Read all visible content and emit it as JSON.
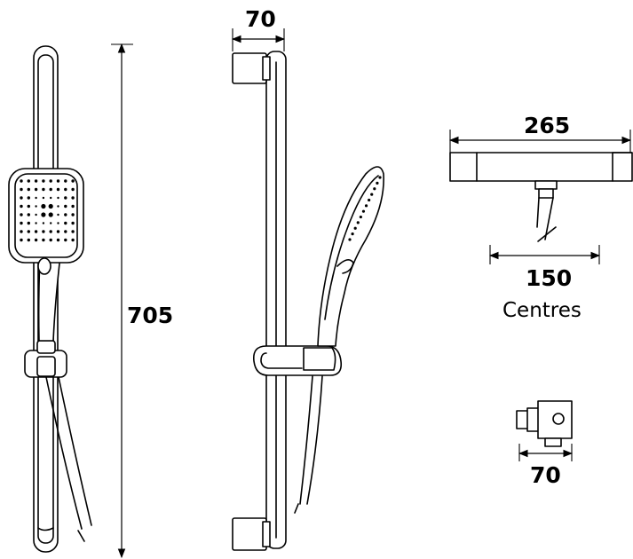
{
  "dimensions": {
    "bar_height": "705",
    "bracket_width": "70",
    "mixer_width": "265",
    "mixer_centres_value": "150",
    "mixer_centres_label": "Centres",
    "elbow_width": "70"
  },
  "colors": {
    "line": "#000000",
    "background": "#ffffff"
  }
}
